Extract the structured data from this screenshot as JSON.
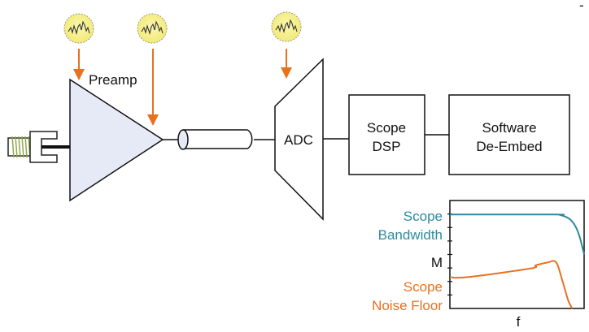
{
  "diagram": {
    "corner_mark": "-",
    "blocks": {
      "preamp": {
        "label": "Preamp"
      },
      "adc": {
        "label": "ADC"
      },
      "scope_dsp": {
        "line1": "Scope",
        "line2": "DSP"
      },
      "software_deembed": {
        "line1": "Software",
        "line2": "De-Embed"
      }
    },
    "noise_sources": [
      {
        "name": "preamp-input-noise",
        "target": "preamp"
      },
      {
        "name": "preamp-output-noise",
        "target": "preamp-output"
      },
      {
        "name": "adc-noise",
        "target": "adc"
      }
    ],
    "connections": [
      "connector -> preamp",
      "preamp -> cable",
      "cable -> adc",
      "adc -> scope_dsp",
      "scope_dsp -> software_deembed"
    ],
    "colors": {
      "noise_fill": "#f7f08a",
      "arrow": "#e8711e",
      "preamp_fill": "#e6eaf6",
      "connector_thread": "#8ea84a",
      "bandwidth": "#2e8a9c",
      "noise_floor": "#e8711e"
    }
  },
  "chart_data": {
    "type": "line",
    "title": "",
    "xlabel": "f",
    "ylabel": "M",
    "xlim": [
      0,
      1
    ],
    "ylim": [
      0,
      1
    ],
    "grid": false,
    "yticks_count": 8,
    "series": [
      {
        "name": "Scope Bandwidth",
        "label_line1": "Scope",
        "label_line2": "Bandwidth",
        "color": "#2e8a9c",
        "x": [
          0,
          0.78,
          0.82,
          0.86,
          0.9,
          0.94,
          0.97,
          1.0
        ],
        "y": [
          0.87,
          0.87,
          0.865,
          0.85,
          0.82,
          0.75,
          0.65,
          0.5
        ]
      },
      {
        "name": "Scope Noise Floor",
        "label_line1": "Scope",
        "label_line2": "Noise Floor",
        "color": "#e8711e",
        "x": [
          0,
          0.13,
          0.6,
          0.64,
          0.74,
          0.77,
          0.8,
          0.84,
          0.88,
          0.91
        ],
        "y": [
          0.29,
          0.29,
          0.37,
          0.4,
          0.43,
          0.44,
          0.41,
          0.25,
          0.08,
          0.0
        ]
      }
    ]
  }
}
